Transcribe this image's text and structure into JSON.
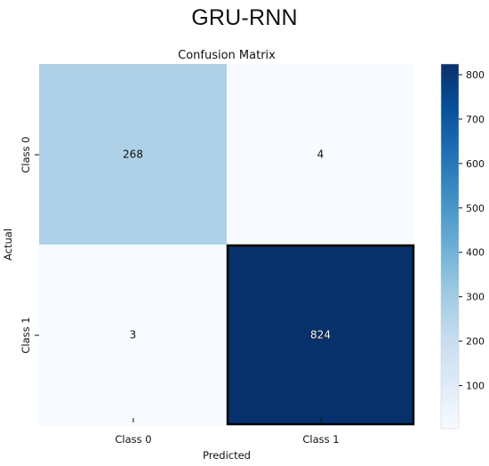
{
  "page": {
    "title": "GRU-RNN"
  },
  "chart_data": {
    "type": "heatmap",
    "title": "Confusion Matrix",
    "xlabel": "Predicted",
    "ylabel": "Actual",
    "x_categories": [
      "Class 0",
      "Class 1"
    ],
    "y_categories": [
      "Class 0",
      "Class 1"
    ],
    "values": [
      [
        268,
        4
      ],
      [
        3,
        824
      ]
    ],
    "colormap": "Blues",
    "colorbar": {
      "range": [
        3,
        824
      ],
      "ticks": [
        100,
        200,
        300,
        400,
        500,
        600,
        700,
        800
      ]
    },
    "colors": {
      "low": "#f7fbff",
      "high": "#08306b",
      "highlight_edge": "#000000"
    }
  }
}
